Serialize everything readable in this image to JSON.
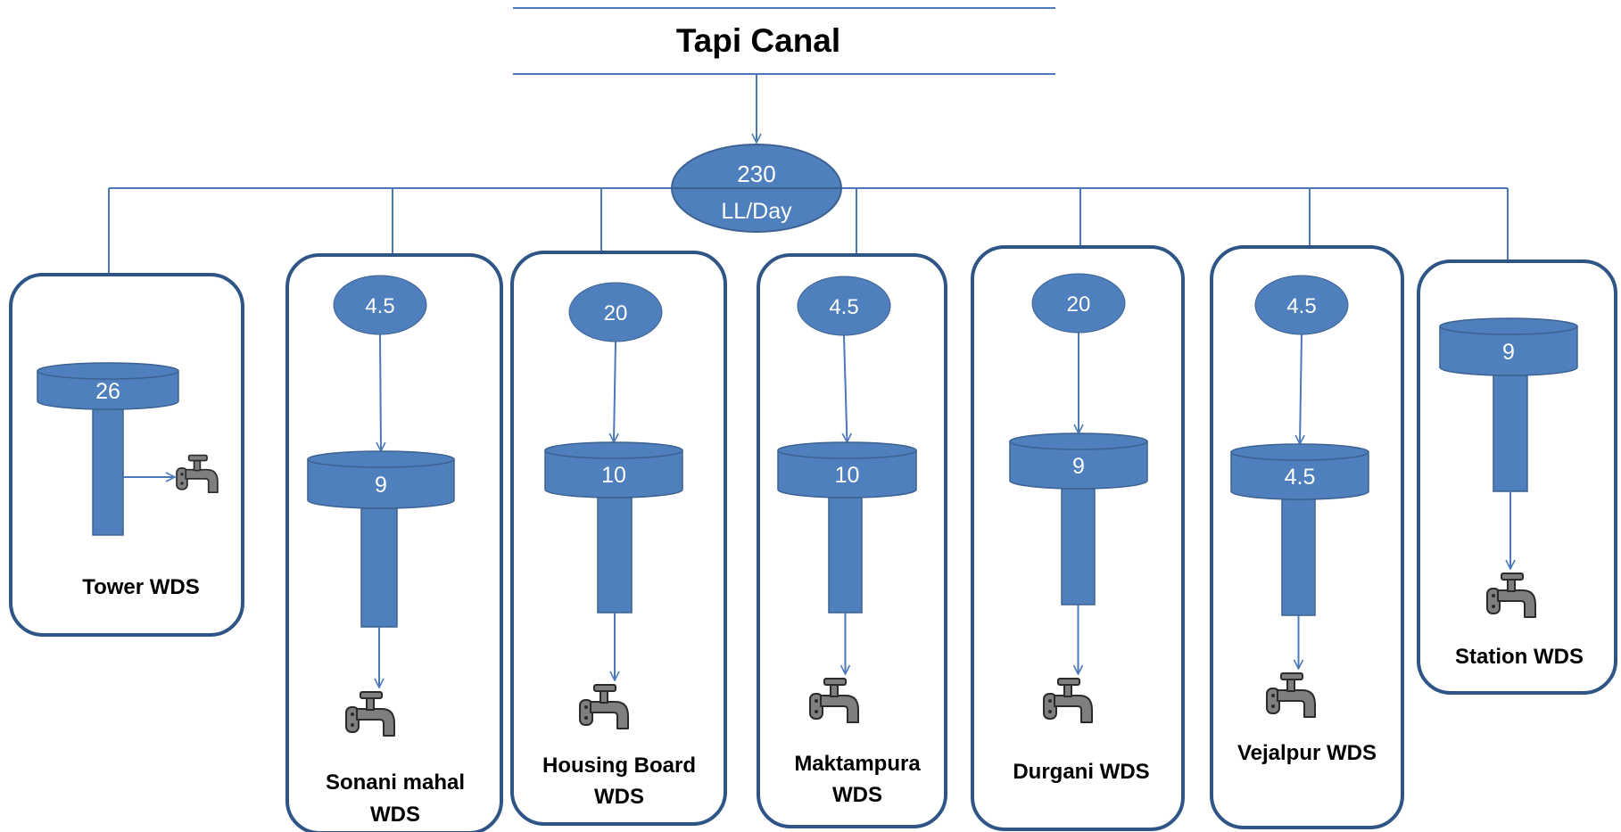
{
  "title": "Tapi Canal",
  "source": {
    "value": "230",
    "unit": "LL/Day"
  },
  "stations": [
    {
      "name_lines": [
        "Tower WDS"
      ],
      "supply": "",
      "tank": "26"
    },
    {
      "name_lines": [
        "Sonani mahal",
        "WDS"
      ],
      "supply": "4.5",
      "tank": "9"
    },
    {
      "name_lines": [
        "Housing Board",
        "WDS"
      ],
      "supply": "20",
      "tank": "10"
    },
    {
      "name_lines": [
        "Maktampura",
        "WDS"
      ],
      "supply": "4.5",
      "tank": "10"
    },
    {
      "name_lines": [
        "Durgani WDS"
      ],
      "supply": "20",
      "tank": "9"
    },
    {
      "name_lines": [
        "Vejalpur WDS"
      ],
      "supply": "4.5",
      "tank": "4.5"
    },
    {
      "name_lines": [
        "Station WDS"
      ],
      "supply": "",
      "tank": "9"
    }
  ],
  "colors": {
    "fill": "#4f7fbd",
    "stroke": "#3d6291",
    "box_border": "#2f5587",
    "arrow": "#4a78b8",
    "tap": "#7f7f7f"
  },
  "icons": {
    "tap": "water-tap-icon"
  }
}
